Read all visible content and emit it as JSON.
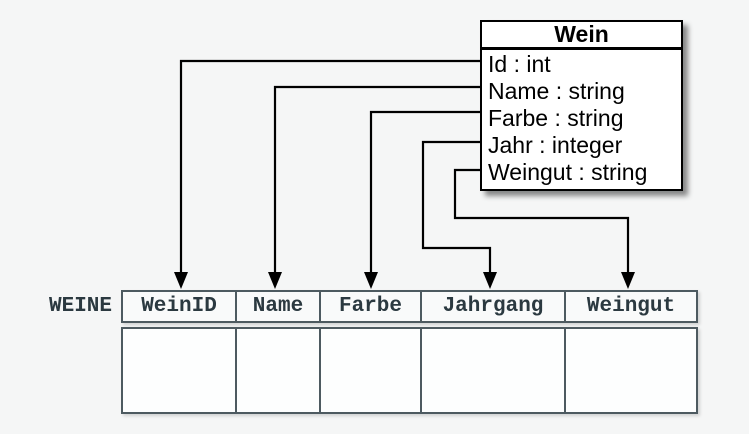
{
  "class_box": {
    "title": "Wein",
    "attributes": [
      "Id : int",
      "Name : string",
      "Farbe : string",
      "Jahr : integer",
      "Weingut : string"
    ]
  },
  "table": {
    "label": "WEINE",
    "columns": [
      "WeinID",
      "Name",
      "Farbe",
      "Jahrgang",
      "Weingut"
    ],
    "body_rows": 1
  },
  "mappings": [
    {
      "attribute": "Id",
      "column": "WeinID"
    },
    {
      "attribute": "Name",
      "column": "Name"
    },
    {
      "attribute": "Farbe",
      "column": "Farbe"
    },
    {
      "attribute": "Jahr",
      "column": "Jahrgang"
    },
    {
      "attribute": "Weingut",
      "column": "Weingut"
    }
  ],
  "colors": {
    "background": "#f5f6f6",
    "connector_line": "#000000",
    "class_box_border": "#000000",
    "class_box_background": "#ffffff",
    "table_border": "#4d5a60",
    "table_text": "#2b3940"
  }
}
